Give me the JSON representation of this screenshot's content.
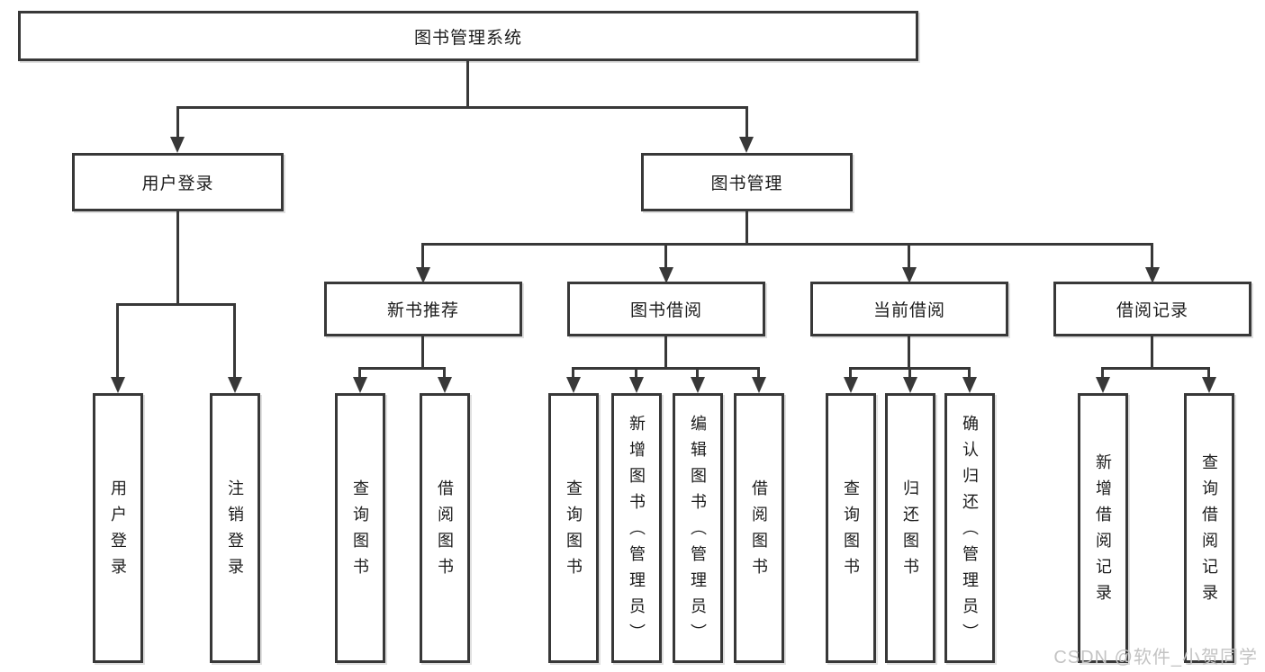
{
  "diagram_type": "hierarchy-tree",
  "watermark": "CSDN @软件_小贺同学",
  "colors": {
    "background": "#ffffff",
    "line": "#383838",
    "box_border": "#383838",
    "box_background": "#ffffff",
    "text": "#1c1c1c",
    "watermark": "#c3c3c3"
  },
  "tree": {
    "label": "图书管理系统",
    "children": [
      {
        "label": "用户登录",
        "children": [
          {
            "label": "用户登录"
          },
          {
            "label": "注销登录"
          }
        ]
      },
      {
        "label": "图书管理",
        "children": [
          {
            "label": "新书推荐",
            "children": [
              {
                "label": "查询图书"
              },
              {
                "label": "借阅图书"
              }
            ]
          },
          {
            "label": "图书借阅",
            "children": [
              {
                "label": "查询图书"
              },
              {
                "label": "新增图书（管理员）"
              },
              {
                "label": "编辑图书（管理员）"
              },
              {
                "label": "借阅图书"
              }
            ]
          },
          {
            "label": "当前借阅",
            "children": [
              {
                "label": "查询图书"
              },
              {
                "label": "归还图书"
              },
              {
                "label": "确认归还（管理员）"
              }
            ]
          },
          {
            "label": "借阅记录",
            "children": [
              {
                "label": "新增借阅记录"
              },
              {
                "label": "查询借阅记录"
              }
            ]
          }
        ]
      }
    ]
  }
}
